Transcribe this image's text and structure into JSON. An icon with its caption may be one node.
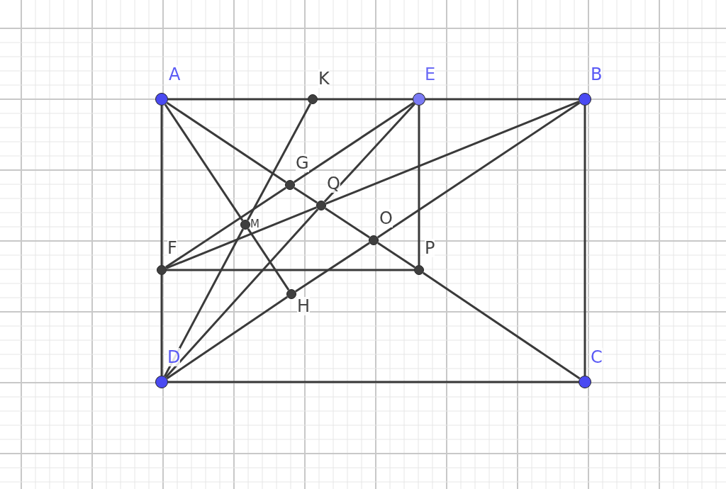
{
  "diagram": {
    "nodes": [
      {
        "text": [
          "A"
        ]
      },
      {
        "text": [
          "K"
        ]
      },
      {
        "text": [
          "E"
        ]
      },
      {
        "text": [
          "B"
        ]
      },
      {
        "text": [
          "G"
        ]
      },
      {
        "text": [
          "Q"
        ]
      },
      {
        "text": [
          "M"
        ]
      },
      {
        "text": [
          "O"
        ]
      },
      {
        "text": [
          "F"
        ]
      },
      {
        "text": [
          "P"
        ]
      },
      {
        "text": [
          "H"
        ]
      },
      {
        "text": [
          "D"
        ]
      },
      {
        "text": [
          "C"
        ]
      }
    ],
    "edges": [
      {
        "from": 0,
        "to": 1,
        "arrow": "none"
      },
      {
        "from": 1,
        "to": 2,
        "arrow": "none"
      },
      {
        "from": 2,
        "to": 3,
        "arrow": "none"
      },
      {
        "from": 3,
        "to": 12,
        "arrow": "none"
      },
      {
        "from": 12,
        "to": 11,
        "arrow": "none"
      },
      {
        "from": 0,
        "to": 8,
        "arrow": "none"
      },
      {
        "from": 8,
        "to": 11,
        "arrow": "none"
      },
      {
        "from": 2,
        "to": 9,
        "arrow": "none"
      },
      {
        "from": 8,
        "to": 9,
        "arrow": "none"
      },
      {
        "from": 0,
        "to": 4,
        "arrow": "none"
      },
      {
        "from": 4,
        "to": 5,
        "arrow": "none"
      },
      {
        "from": 5,
        "to": 7,
        "arrow": "none"
      },
      {
        "from": 7,
        "to": 9,
        "arrow": "none"
      },
      {
        "from": 9,
        "to": 12,
        "arrow": "none"
      },
      {
        "from": 8,
        "to": 4,
        "arrow": "none"
      },
      {
        "from": 4,
        "to": 2,
        "arrow": "none"
      },
      {
        "from": 8,
        "to": 5,
        "arrow": "none"
      },
      {
        "from": 5,
        "to": 3,
        "arrow": "none"
      },
      {
        "from": 11,
        "to": 5,
        "arrow": "none"
      },
      {
        "from": 5,
        "to": 2,
        "arrow": "none"
      },
      {
        "from": 11,
        "to": 10,
        "arrow": "none"
      },
      {
        "from": 10,
        "to": 7,
        "arrow": "none"
      },
      {
        "from": 7,
        "to": 3,
        "arrow": "none"
      },
      {
        "from": 11,
        "to": 6,
        "arrow": "none"
      },
      {
        "from": 6,
        "to": 1,
        "arrow": "none"
      },
      {
        "from": 0,
        "to": 6,
        "arrow": "none"
      },
      {
        "from": 6,
        "to": 10,
        "arrow": "none"
      }
    ]
  }
}
